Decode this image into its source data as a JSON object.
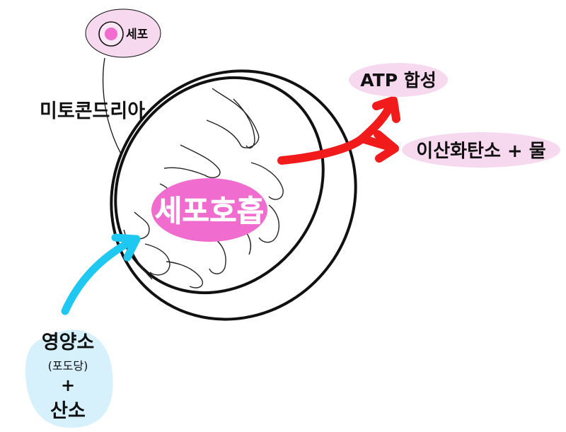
{
  "labels": {
    "cell": "세포",
    "mitochondria": "미토콘드리아",
    "respiration": "세포호흡",
    "atp": "ATP 합성",
    "products": "이산화탄소 + 물",
    "nutrients": "영양소",
    "glucose": "(포도당)",
    "plus": "+",
    "oxygen": "산소"
  },
  "colors": {
    "pink_dark": "#f06ccf",
    "pink_light": "#f7d9ef",
    "cyan_arrow": "#1ec8f0",
    "cyan_light": "#d6f1fb",
    "red_arrow": "#f21b1b",
    "outline": "#111111"
  },
  "icons": [
    "cell-icon"
  ]
}
